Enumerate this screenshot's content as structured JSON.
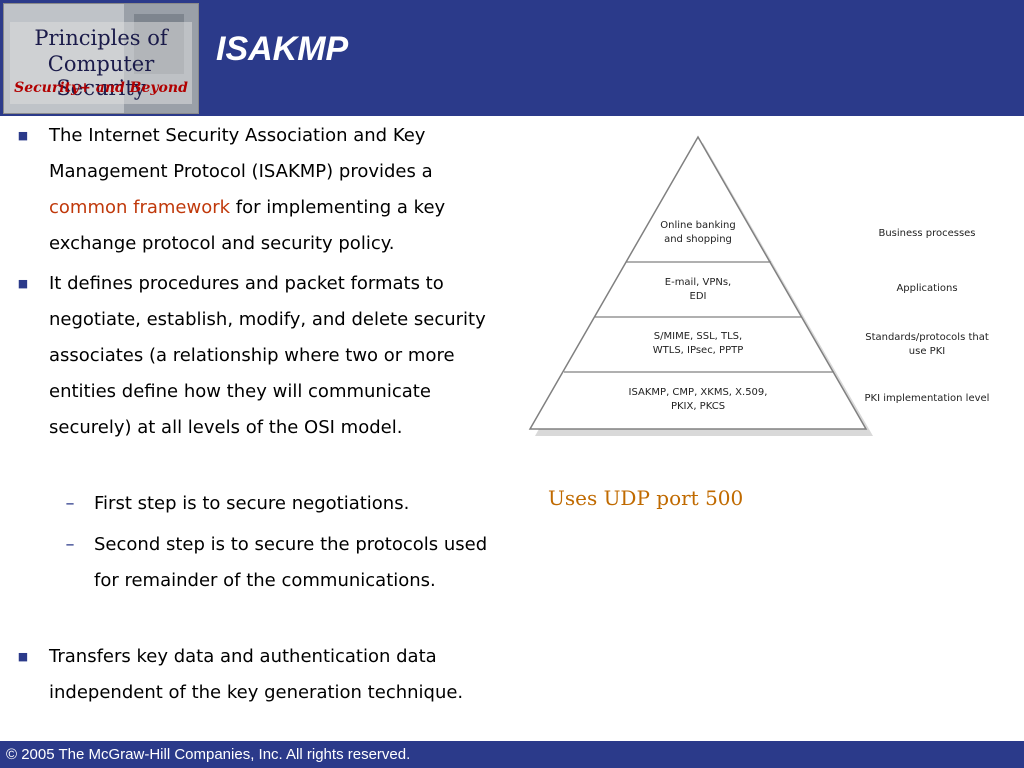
{
  "header": {
    "logo_line1": "Principles of",
    "logo_line2": "Computer Security",
    "logo_line3": "Security+ and Beyond",
    "title": "ISAKMP"
  },
  "bullets": [
    {
      "pre": "The Internet Security Association and Key Management Protocol (ISAKMP) provides a ",
      "highlight": "common framework",
      "post": " for implementing a key exchange protocol and security policy."
    },
    {
      "text": "It defines procedures and packet formats to negotiate, establish, modify, and delete security associates (a relationship where two or more entities define how they will communicate securely) at all levels of the OSI model."
    },
    {
      "text": "First step is to secure negotiations.",
      "sub": true
    },
    {
      "text": "Second step is to secure the protocols used for remainder of the communications.",
      "sub": true
    },
    {
      "text": "Transfers key data and authentication data independent of the key generation technique."
    }
  ],
  "pyramid": {
    "levels": [
      {
        "text": "Online banking\nand shopping",
        "side": "Business processes"
      },
      {
        "text": "E-mail, VPNs,\nEDI",
        "side": "Applications"
      },
      {
        "text": "S/MIME, SSL, TLS,\nWTLS, IPsec, PPTP",
        "side": "Standards/protocols that\nuse PKI"
      },
      {
        "text": "ISAKMP, CMP, XKMS, X.509,\nPKIX, PKCS",
        "side": "PKI implementation level"
      }
    ]
  },
  "note": "Uses UDP port 500",
  "footer": "© 2005 The McGraw-Hill Companies, Inc. All rights reserved.",
  "colors": {
    "header_bg": "#2b3a8a",
    "accent": "#c0390b",
    "note": "#c06a00"
  }
}
